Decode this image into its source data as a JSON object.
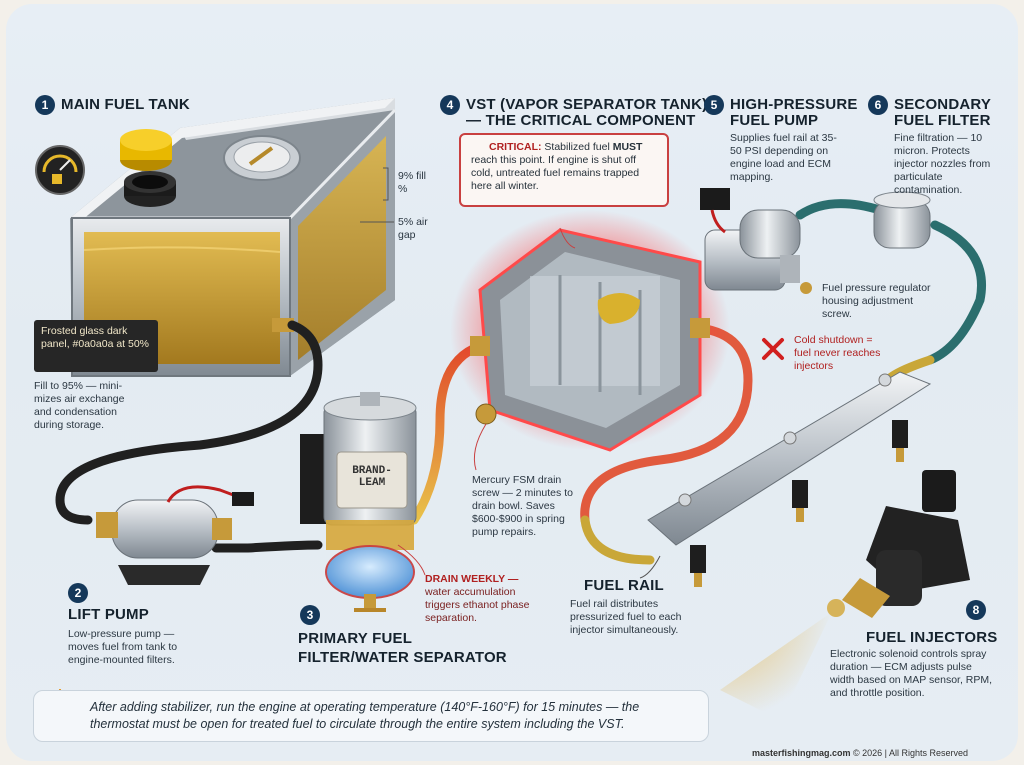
{
  "components": {
    "c1": {
      "num": "1",
      "title": "MAIN FUEL TANK",
      "dark_panel": "Frosted glass dark panel, #0a0a0a at 50%",
      "fill_note": "9% fill %",
      "air_note": "5% air gap",
      "desc": "Fill to 95% — mini-mizes air exchange and condensation during storage."
    },
    "c2": {
      "num": "2",
      "title": "LIFT PUMP",
      "desc": "Low-pressure pump — moves fuel from tank to engine-mounted filters."
    },
    "c3": {
      "num": "3",
      "title_line1": "PRIMARY FUEL",
      "title_line2": "FILTER/WATER SEPARATOR",
      "brand": "BRAND-LEAM",
      "drain_label": "DRAIN WEEKLY —",
      "drain_desc": "water accumulation triggers ethanot phase separation."
    },
    "c4": {
      "num": "4",
      "title_line1": "VST (VAPOR SEPARATOR TANK)",
      "title_line2": "— THE CRITICAL COMPONENT",
      "critical_label": "CRITICAL:",
      "critical_text1": " Stabilized fuel ",
      "critical_must": "MUST",
      "critical_text2": " reach this point. If engine is shut off cold, untreated fuel remains trapped here all winter.",
      "drain_screw": "Mercury FSM drain screw — 2 minutes to drain bowl. Saves $600-$900 in spring pump repairs."
    },
    "c5": {
      "num": "5",
      "title_line1": "HIGH-PRESSURE",
      "title_line2": "FUEL PUMP",
      "desc": "Supplies fuel rail at 35-50 PSI depending on engine load and ECM mapping.",
      "regulator": "Fuel pressure regulator housing adjustment screw."
    },
    "c6": {
      "num": "6",
      "title_line1": "SECONDARY",
      "title_line2": "FUEL FILTER",
      "desc": "Fine filtration — 10 micron. Protects injector nozzles from particulate contamination."
    },
    "cold": {
      "text": "Cold shutdown = fuel never reaches injectors"
    },
    "c7": {
      "title": "FUEL RAIL",
      "desc": "Fuel rail distributes pressurized fuel to each injector simultaneously."
    },
    "c8": {
      "num": "8",
      "title": "FUEL INJECTORS",
      "desc": "Electronic solenoid controls spray duration — ECM adjusts pulse width based on MAP sensor, RPM, and throttle position."
    }
  },
  "tip": "After adding stabilizer, run the engine at operating temperature (140°F-160°F) for 15 minutes — the thermostat must be open for treated fuel to circulate through the entire system including the VST.",
  "footer": {
    "site": "masterfishingmag.com",
    "rest": " © 2026 | All Rights Reserved"
  },
  "colors": {
    "accent": "#15385a",
    "critical": "#c94040",
    "fuel": "#c99a1e",
    "glow": "#ff3b3b"
  },
  "icons": {
    "tip": "lightbulb-icon",
    "gauge": "fuel-gauge-icon",
    "warning": "warning-icon",
    "danger": "skull-crossbones-icon",
    "error": "red-x-icon"
  }
}
